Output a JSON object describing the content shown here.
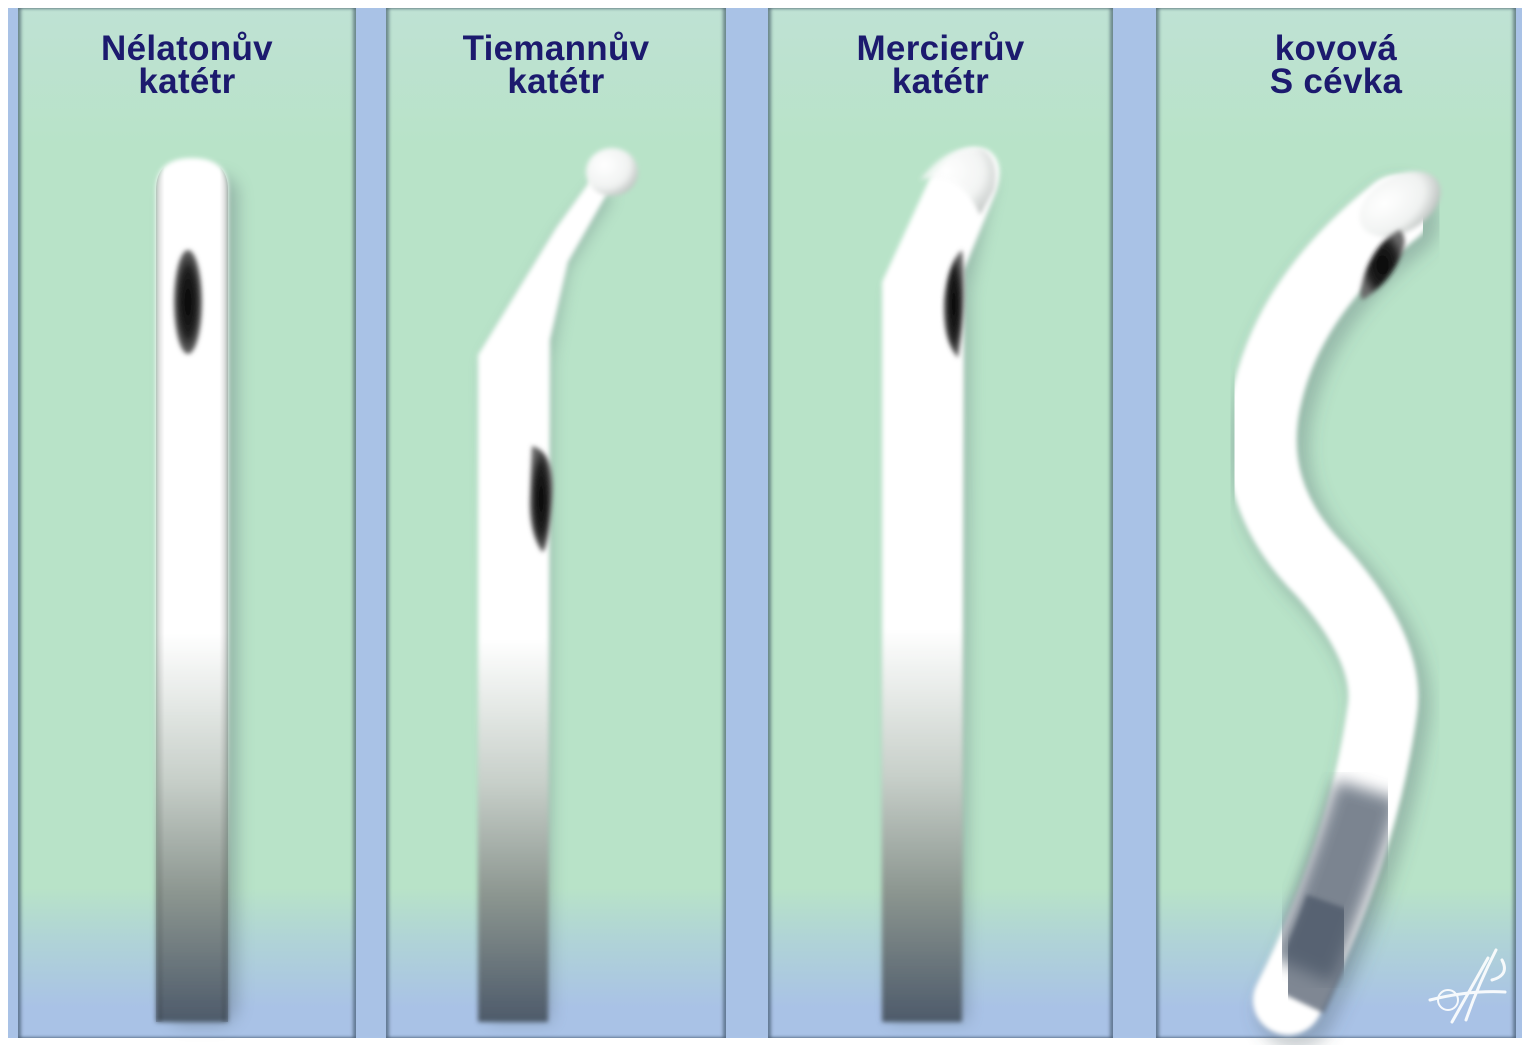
{
  "panels": [
    {
      "title_line1": "Nélatonův",
      "title_line2": "katétr"
    },
    {
      "title_line1": "Tiemannův",
      "title_line2": "katétr"
    },
    {
      "title_line1": "Mercierův",
      "title_line2": "katétr"
    },
    {
      "title_line1": "kovová",
      "title_line2": "S cévka"
    }
  ],
  "watermark": {
    "line1": "",
    "line2": ""
  },
  "colors": {
    "panel_green": "#b8e3c8",
    "divider_blue": "#a9c2e6",
    "title_navy": "#1c1a6e",
    "catheter_white": "#ffffff",
    "catheter_dark": "#4f5c6c",
    "eye_hole": "#111111"
  }
}
